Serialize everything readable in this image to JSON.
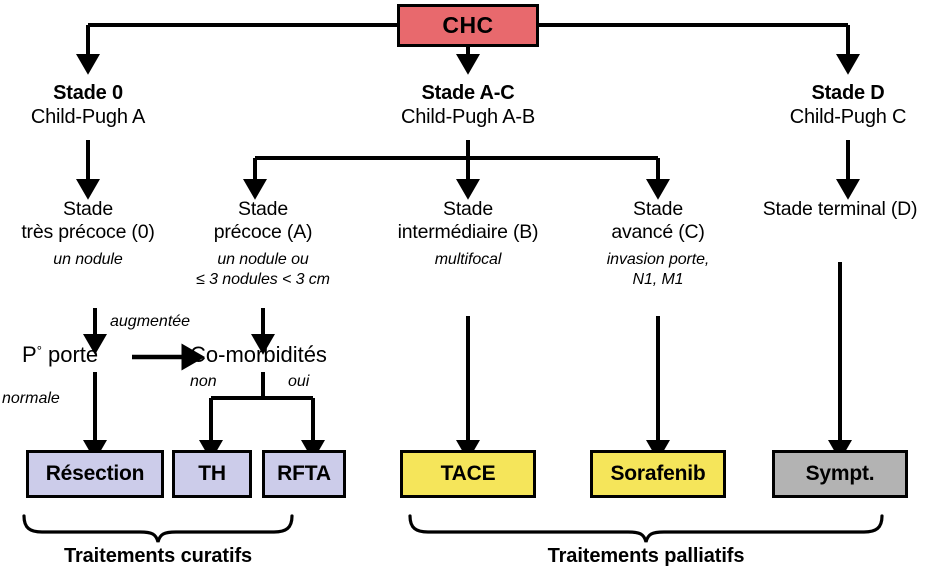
{
  "diagram": {
    "root": {
      "label": "CHC",
      "color": "#e8696d"
    },
    "stages": [
      {
        "title": "Stade 0",
        "subtitle": "Child-Pugh A"
      },
      {
        "title": "Stade A-C",
        "subtitle": "Child-Pugh A-B"
      },
      {
        "title": "Stade D",
        "subtitle": "Child-Pugh C"
      }
    ],
    "substages": [
      {
        "line1": "Stade",
        "line2": "très précoce (0)",
        "detail1": "un nodule",
        "detail2": ""
      },
      {
        "line1": "Stade",
        "line2": "précoce (A)",
        "detail1": "un nodule ou",
        "detail2": "≤ 3 nodules < 3 cm"
      },
      {
        "line1": "Stade",
        "line2": "intermédiaire (B)",
        "detail1": "multifocal",
        "detail2": ""
      },
      {
        "line1": "Stade",
        "line2": "avancé (C)",
        "detail1": "invasion porte,",
        "detail2": "N1, M1"
      },
      {
        "line1": "Stade terminal (D)",
        "line2": "",
        "detail1": "",
        "detail2": ""
      }
    ],
    "decisions": {
      "portal_pressure": {
        "text": "P",
        "sup": "°",
        "text2": " porte"
      },
      "comorbidities": "Co-morbidités"
    },
    "edge_labels": {
      "augmentee": "augmentée",
      "normale": "normale",
      "non": "non",
      "oui": "oui"
    },
    "treatments": [
      {
        "label": "Résection",
        "color": "#ccccea"
      },
      {
        "label": "TH",
        "color": "#ccccea"
      },
      {
        "label": "RFTA",
        "color": "#ccccea"
      },
      {
        "label": "TACE",
        "color": "#f5e55a"
      },
      {
        "label": "Sorafenib",
        "color": "#f5e55a"
      },
      {
        "label": "Sympt.",
        "color": "#b3b3b3"
      }
    ],
    "groups": [
      {
        "label": "Traitements curatifs"
      },
      {
        "label": "Traitements palliatifs"
      }
    ]
  }
}
